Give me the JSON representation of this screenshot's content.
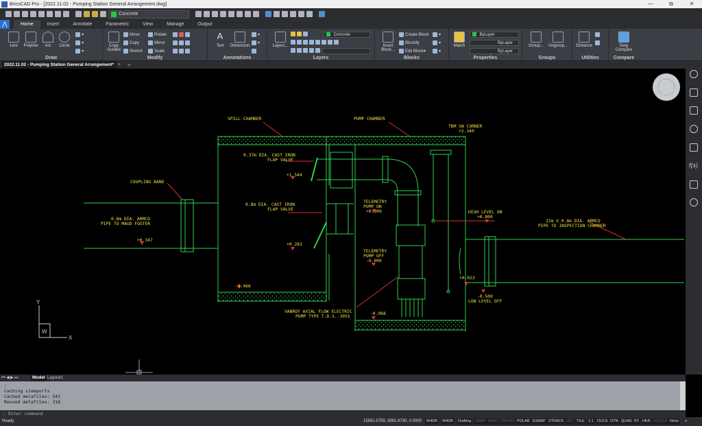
{
  "window": {
    "title": "BricsCAD Pro - [2022.11.02 - Pumping Station General Arrangement.dwg]",
    "minimize": "—",
    "maximize": "⧉",
    "close": "✕"
  },
  "quick_access": {
    "layer_value": "Concrete",
    "layer_color": "#22c84a"
  },
  "ribbon_tabs": [
    "Home",
    "Insert",
    "Annotate",
    "Parametric",
    "View",
    "Manage",
    "Output"
  ],
  "ribbon": {
    "draw": {
      "label": "Draw",
      "tools": [
        "Line",
        "Polyline",
        "Arc",
        "Circle"
      ]
    },
    "modify": {
      "label": "Modify",
      "copy_guided": "Copy Guided",
      "items": [
        "Move",
        "Copy",
        "Stretch",
        "Rotate",
        "Mirror",
        "Scale"
      ]
    },
    "annotations": {
      "label": "Annotations",
      "text": "Text",
      "dimension": "Dimension"
    },
    "layers": {
      "label": "Layers",
      "layers_btn": "Layers...",
      "current": "Concrete"
    },
    "blocks": {
      "label": "Blocks",
      "insert": "Insert Block...",
      "items": [
        "Create Block",
        "Blockify",
        "Edit Block"
      ]
    },
    "properties": {
      "label": "Properties",
      "match": "Match",
      "bylayer": "ByLayer"
    },
    "groups": {
      "label": "Groups",
      "group": "Group...",
      "ungroup": "Ungroup..."
    },
    "utilities": {
      "label": "Utilities",
      "distance": "Distance"
    },
    "compare": {
      "label": "Compare",
      "dwg_compare": "Dwg Compare"
    }
  },
  "document_tab": {
    "name": "2022.11.02 - Pumping Station General Arrangement*",
    "close": "×",
    "new": "+"
  },
  "drawing": {
    "labels": {
      "spill_chamber": "SPILL CHAMBER",
      "pump_chamber": "PUMP CHAMBER",
      "tbm1": "TBM SW CORNER",
      "tbm2": "+2.340",
      "coupling_band": "COUPLING BAND",
      "flap1a": "0.37m DIA. CAST IRON",
      "flap1b": "FLAP VALVE",
      "lvl1544": "+1.544",
      "flap2a": "0.8m DIA. CAST IRON",
      "flap2b": "FLAP VALVE",
      "lvl0283": "+0.283",
      "pipe_in1": "0.8m DIA. ARMCO",
      "pipe_in2": "PIPE TO MAUD FOSTER",
      "lvl0347": "+0.347",
      "tel_on1": "TELEMETRY",
      "tel_on2": "PUMP ON",
      "tel_on3": "+0.900",
      "tel_off1": "TELEMETRY",
      "tel_off2": "PUMP OFF",
      "tel_off3": "-0.000",
      "high1": "HIGH LEVEL ON",
      "high2": "+0.800",
      "pipe_out1": "22m X 0.8m DIA. ARMCO",
      "pipe_out2": "PIPE TO INSPECTION CHAMBER",
      "lvl0466": "-0.466",
      "lvl0023": "+0.023",
      "low1": "-0.500",
      "low2": "LOW LEVEL OFF",
      "pump1": "VANROY AXIAL FLOW ELECTRIC",
      "pump2": "PUMP TYPE T.D.S.-305S",
      "lvl0968": "-0.968"
    },
    "ucs_y": "Y",
    "ucs_x": "X",
    "ucs_w": "W"
  },
  "layout_tabs": {
    "nav": "⏮◀▶⏭",
    "model": "Model",
    "layout1": "Layout1"
  },
  "command_history": [
    "Caching viewports",
    "Cached metafiles: 541",
    "Reused metafiles: 318"
  ],
  "command_prompt": "Enter command",
  "status": {
    "ready": "Ready",
    "coords": "15561.5759, 3881.6730, 0.0000",
    "buttons": [
      {
        "label": "W4DB",
        "on": true
      },
      {
        "label": "W4DB",
        "on": true
      },
      {
        "label": "Drafting",
        "on": true
      },
      {
        "label": "SNAP",
        "on": false
      },
      {
        "label": "GRID",
        "on": false
      },
      {
        "label": "ORTHO",
        "on": false
      },
      {
        "label": "POLAR",
        "on": true
      },
      {
        "label": "ESNAP",
        "on": true
      },
      {
        "label": "STRACK",
        "on": true
      },
      {
        "label": "LWT",
        "on": false
      },
      {
        "label": "TILE",
        "on": true
      },
      {
        "label": "1:1",
        "on": true
      },
      {
        "label": "DUCS",
        "on": true
      },
      {
        "label": "DYN",
        "on": true
      },
      {
        "label": "QUAD",
        "on": true
      },
      {
        "label": "RT",
        "on": true
      },
      {
        "label": "HKA",
        "on": true
      },
      {
        "label": "LOCKUI",
        "on": false
      },
      {
        "label": "None",
        "on": true
      }
    ]
  }
}
